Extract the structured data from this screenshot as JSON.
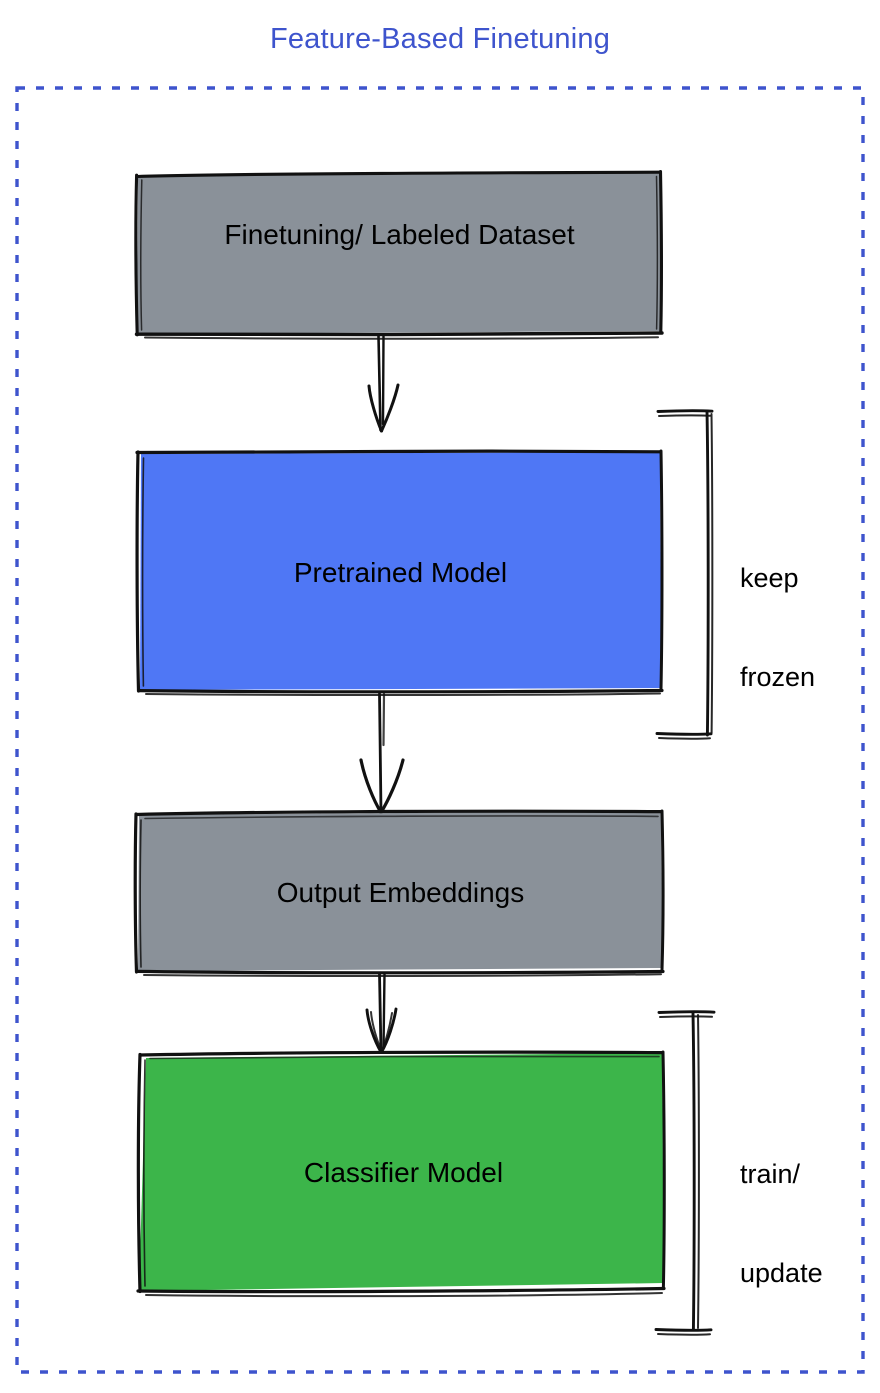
{
  "diagram": {
    "title": "Feature-Based Finetuning",
    "title_color": "#3e54cd",
    "frame": {
      "style": "dashed",
      "color": "#3e54cd"
    },
    "nodes": [
      {
        "id": "dataset",
        "label": "Finetuning/ Labeled Dataset",
        "fill": "#8a9199",
        "stroke": "#000000",
        "text_color": "#000000"
      },
      {
        "id": "pretrained",
        "label": "Pretrained Model",
        "fill": "#4f77f5",
        "stroke": "#000000",
        "text_color": "#000000"
      },
      {
        "id": "embeddings",
        "label": "Output Embeddings",
        "fill": "#8a9199",
        "stroke": "#000000",
        "text_color": "#000000"
      },
      {
        "id": "classifier",
        "label": "Classifier Model",
        "fill": "#3cb54a",
        "stroke": "#000000",
        "text_color": "#000000"
      }
    ],
    "edges": [
      {
        "id": "edge-dataset-pretrained",
        "from": "dataset",
        "to": "pretrained",
        "label": ""
      },
      {
        "id": "edge-pretrained-embeddings",
        "from": "pretrained",
        "to": "embeddings",
        "label": ""
      },
      {
        "id": "edge-embeddings-classifier",
        "from": "embeddings",
        "to": "classifier",
        "label": ""
      }
    ],
    "annotations": [
      {
        "id": "keep-frozen",
        "line1": "keep",
        "line2": "frozen",
        "target": "pretrained"
      },
      {
        "id": "train-update",
        "line1": "train/",
        "line2": "update",
        "target": "classifier"
      }
    ]
  }
}
